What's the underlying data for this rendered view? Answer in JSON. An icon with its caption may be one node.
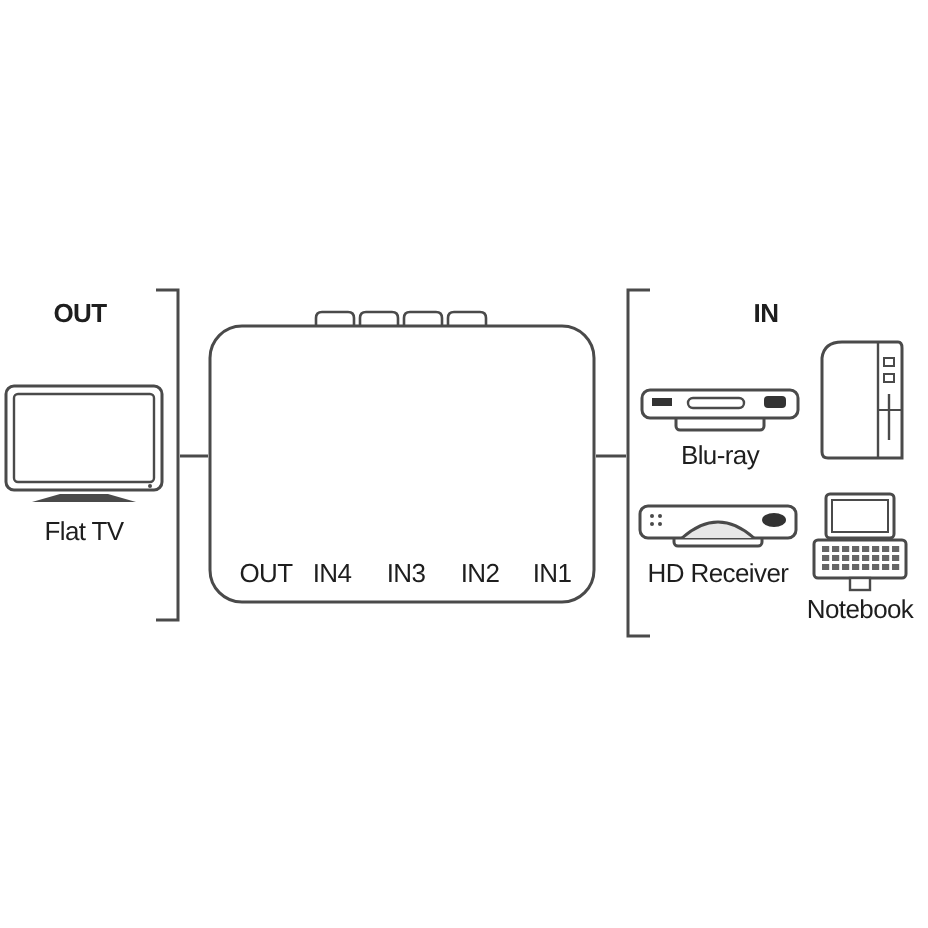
{
  "diagram": {
    "nodes": [
      {
        "text": [
          "OUT"
        ]
      },
      {
        "text": [
          "Flat TV"
        ],
        "in": 0
      },
      {
        "text": [
          "OUT",
          "IN4",
          "IN3",
          "IN2",
          "IN1"
        ]
      },
      {
        "text": [
          "IN"
        ]
      },
      {
        "text": [
          "Blu-ray"
        ],
        "in": 3
      },
      {
        "text": [],
        "shape": "picture",
        "in": 3
      },
      {
        "text": [
          "HD Receiver"
        ],
        "in": 3
      },
      {
        "text": [
          "Notebook"
        ],
        "in": 3
      }
    ],
    "edges": [
      {
        "from": 2,
        "to": 0,
        "arrow": "none"
      },
      {
        "from": 3,
        "to": 2,
        "arrow": "none"
      }
    ]
  }
}
